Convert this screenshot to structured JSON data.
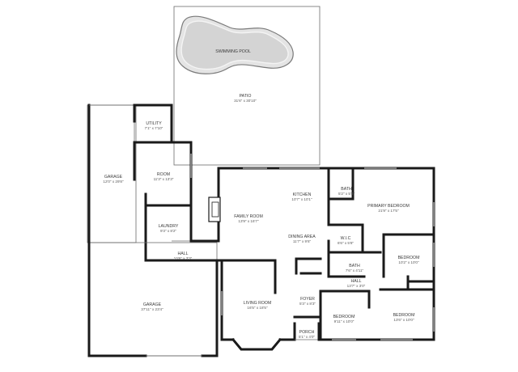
{
  "rooms": {
    "pool": {
      "label": "SWIMMING POOL"
    },
    "patio": {
      "label": "PATIO",
      "dim": "31'6\" x 30'10\""
    },
    "utility": {
      "label": "UTILITY",
      "dim": "7'1\" x 7'10\""
    },
    "room": {
      "label": "ROOM",
      "dim": "11'3\" x 13'3\""
    },
    "garage1": {
      "label": "GARAGE",
      "dim": "12'0\" x 29'8\""
    },
    "laundry": {
      "label": "LAUNDRY",
      "dim": "9'3\" x 8'2\""
    },
    "hall1": {
      "label": "HALL",
      "dim": "10'6\" x 3'3\""
    },
    "garage2": {
      "label": "GARAGE",
      "dim": "37'11\" x 23'4\""
    },
    "kitchen": {
      "label": "KITCHEN",
      "dim": "10'7\" x 10'1\""
    },
    "family": {
      "label": "FAMILY ROOM",
      "dim": "13'9\" x 16'7\""
    },
    "dining": {
      "label": "DINING AREA",
      "dim": "11'7\" x 9'6\""
    },
    "bath1": {
      "label": "BATH",
      "dim": "5'2\" x 5'8\""
    },
    "primary": {
      "label": "PRIMARY BEDROOM",
      "dim": "21'9\" x 17'5\""
    },
    "wic": {
      "label": "W.I.C",
      "dim": "6'6\" x 5'8\""
    },
    "bedroom1": {
      "label": "BEDROOM",
      "dim": "10'2\" x 10'0\""
    },
    "bath2": {
      "label": "BATH",
      "dim": "7'6\" x 4'11\""
    },
    "hall2": {
      "label": "HALL",
      "dim": "13'7\" x 3'0\""
    },
    "living": {
      "label": "LIVING ROOM",
      "dim": "16'5\" x 18'5\""
    },
    "foyer": {
      "label": "FOYER",
      "dim": "5'3\" x 8'3\""
    },
    "bedroom2": {
      "label": "BEDROOM",
      "dim": "9'11\" x 10'0\""
    },
    "bedroom3": {
      "label": "BEDROOM",
      "dim": "13'6\" x 10'0\""
    },
    "porch": {
      "label": "PORCH",
      "dim": "5'1\" x 4'0\""
    }
  }
}
